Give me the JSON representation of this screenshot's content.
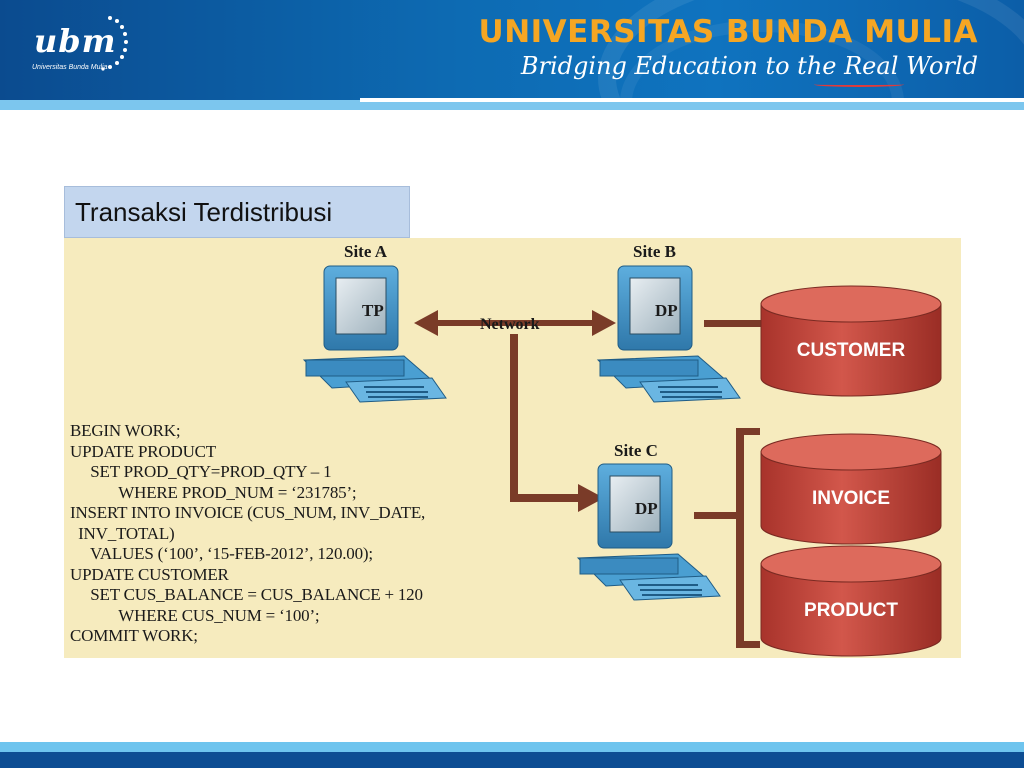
{
  "header": {
    "logo_text": "ubm",
    "logo_subtitle": "Universitas Bunda Mulia",
    "university_name": "UNIVERSITAS BUNDA MULIA",
    "tagline": "Bridging Education to the Real World"
  },
  "slide": {
    "title": "Transaksi Terdistribusi"
  },
  "diagram": {
    "site_a": {
      "label": "Site A",
      "screen": "TP"
    },
    "site_b": {
      "label": "Site B",
      "screen": "DP"
    },
    "site_c": {
      "label": "Site C",
      "screen": "DP"
    },
    "network_label": "Network",
    "databases": [
      "CUSTOMER",
      "INVOICE",
      "PRODUCT"
    ],
    "sql_lines": [
      "BEGIN WORK;",
      "UPDATE PRODUCT",
      "     SET PROD_QTY=PROD_QTY – 1",
      "            WHERE PROD_NUM = ‘231785’;",
      "INSERT INTO INVOICE (CUS_NUM, INV_DATE,",
      "  INV_TOTAL)",
      "     VALUES (‘100’, ‘15-FEB-2012’, 120.00);",
      "UPDATE CUSTOMER",
      "     SET CUS_BALANCE = CUS_BALANCE + 120",
      "            WHERE CUS_NUM = ‘100’;",
      "COMMIT WORK;"
    ],
    "colors": {
      "arrow": "#7a3b28",
      "cylinder": "#c9463c",
      "monitor": "#3e8fc2",
      "background": "#f6ebbe"
    }
  }
}
